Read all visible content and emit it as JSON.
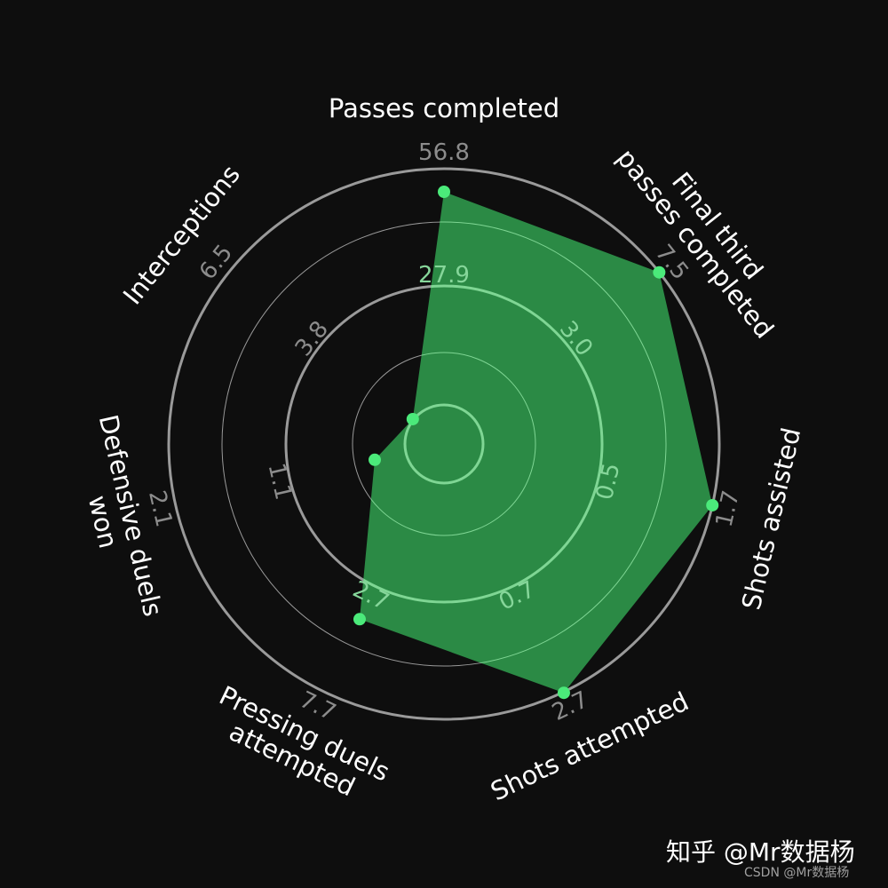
{
  "chart_data": {
    "type": "radar",
    "title": "",
    "background_color": "#0e0e0e",
    "fill_color": "#2b8a45",
    "point_color": "#4bea7a",
    "ring_color": "#9a9a9a",
    "label_color": "#ffffff",
    "tick_color": "#8c8c8c",
    "center": [
      500,
      500
    ],
    "rings": [
      {
        "r": 44,
        "width": 3
      },
      {
        "r": 103,
        "width": 1
      },
      {
        "r": 178,
        "width": 3
      },
      {
        "r": 250,
        "width": 1
      },
      {
        "r": 310,
        "width": 3
      }
    ],
    "params": [
      {
        "label": "Passes completed",
        "lines": [
          "Passes completed"
        ],
        "ticks": [
          "27.9",
          "56.8"
        ],
        "value_radius": 284
      },
      {
        "label": "Final third passes completed",
        "lines": [
          "Final third",
          "passes completed"
        ],
        "ticks": [
          "3.0",
          "7.5"
        ],
        "value_radius": 310
      },
      {
        "label": "Shots assisted",
        "lines": [
          "Shots assisted"
        ],
        "ticks": [
          "0.5",
          "1.7"
        ],
        "value_radius": 310
      },
      {
        "label": "Shots attempted",
        "lines": [
          "Shots attempted"
        ],
        "ticks": [
          "0.7",
          "2.7"
        ],
        "value_radius": 311
      },
      {
        "label": "Pressing duels attempted",
        "lines": [
          "Pressing duels",
          "attempted"
        ],
        "ticks": [
          "2.7",
          "7.7"
        ],
        "value_radius": 219
      },
      {
        "label": "Defensive duels won",
        "lines": [
          "Defensive duels",
          "won"
        ],
        "ticks": [
          "1.1",
          "2.1"
        ],
        "value_radius": 80
      },
      {
        "label": "Interceptions",
        "lines": [
          "Interceptions"
        ],
        "ticks": [
          "3.8",
          "6.5"
        ],
        "value_radius": 45
      }
    ],
    "tick_radii": [
      190,
      328
    ],
    "label_radius": 378
  },
  "watermark": {
    "main": "知乎 @Mr数据杨",
    "sub": "CSDN @Mr数据杨"
  }
}
